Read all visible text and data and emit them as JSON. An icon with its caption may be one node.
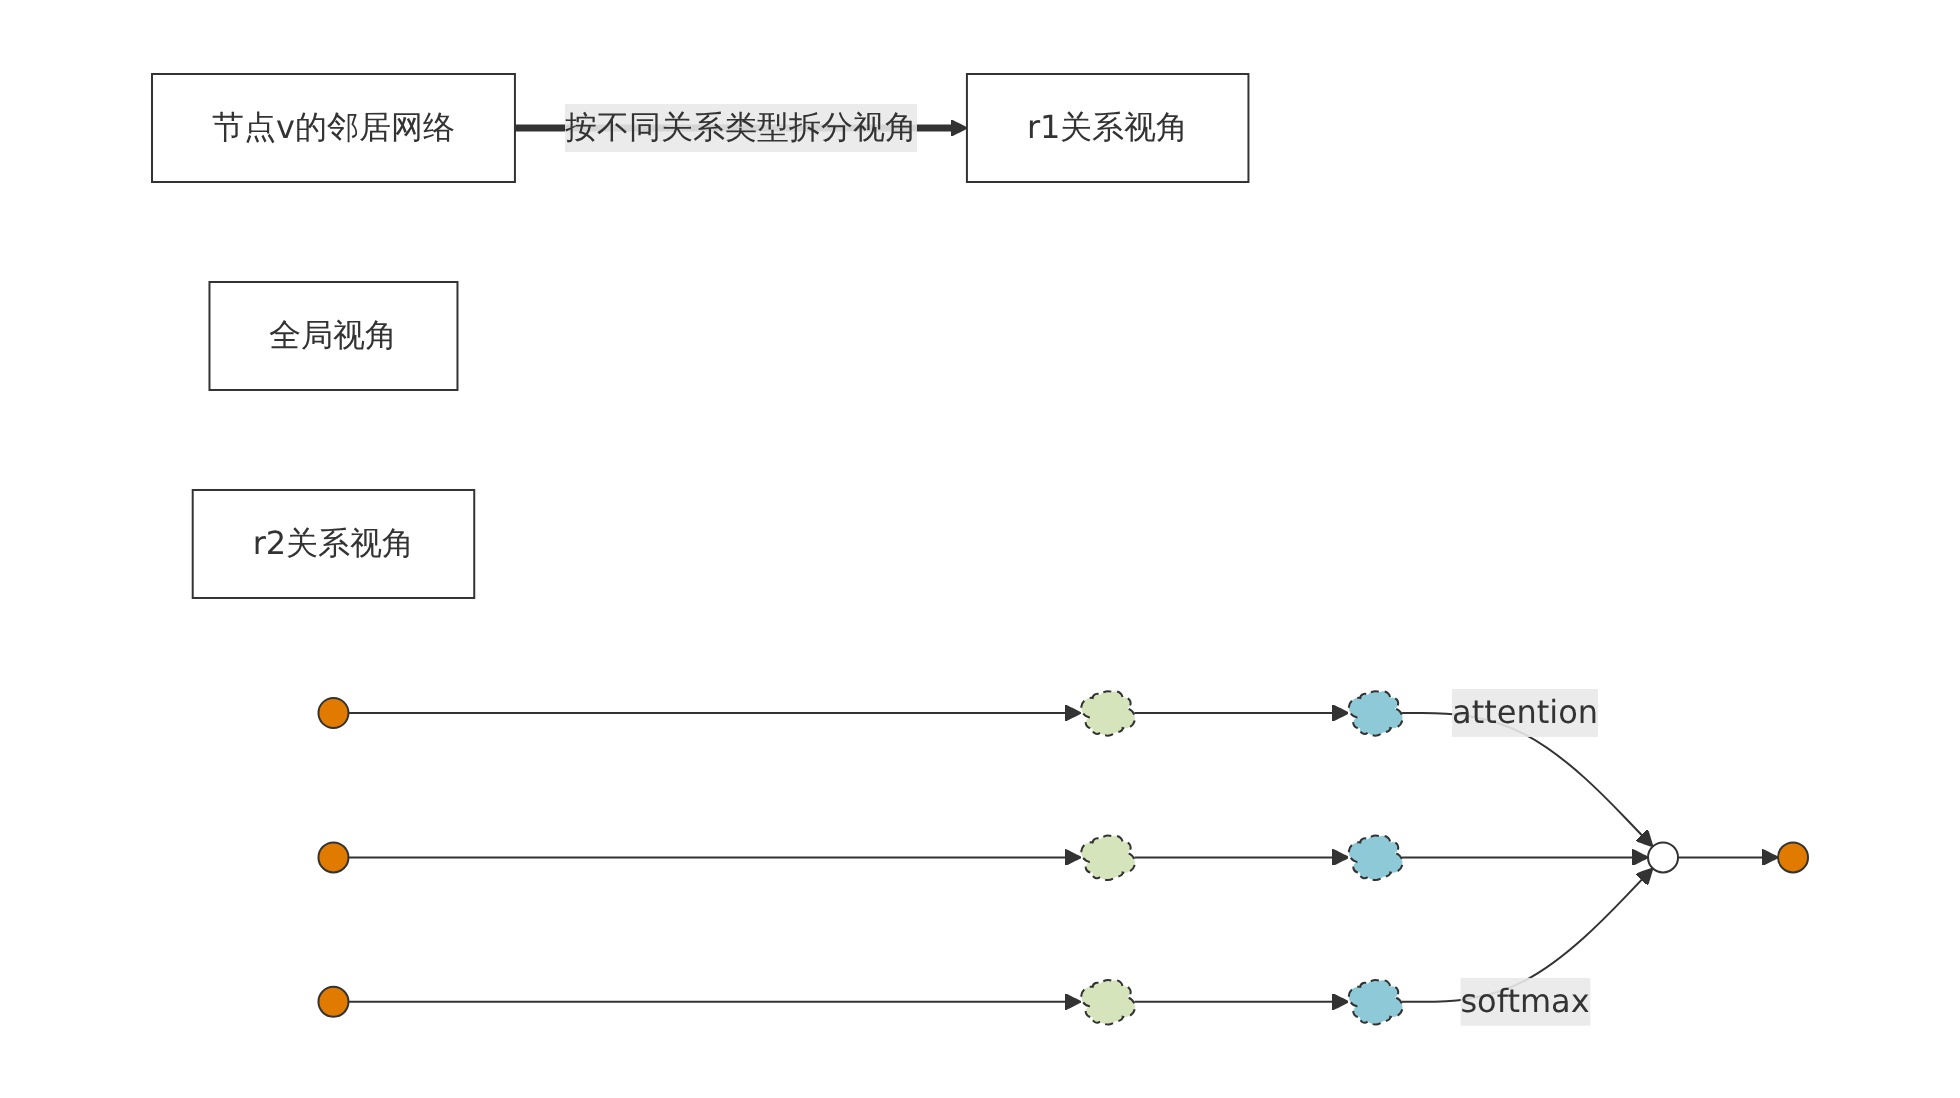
{
  "diagram": {
    "nodes": [
      {
        "text": [
          "节点v的邻居网络"
        ]
      },
      {
        "text": [
          "全局视角"
        ]
      },
      {
        "text": [
          "r1关系视角"
        ]
      },
      {
        "text": [
          "r2关系视角"
        ]
      },
      {
        "text": [],
        "shape": "circle"
      },
      {
        "text": [],
        "shape": "cloud"
      },
      {
        "text": [],
        "shape": "cloud"
      },
      {
        "text": [],
        "shape": "circle"
      },
      {
        "text": [],
        "shape": "cloud"
      },
      {
        "text": [],
        "shape": "cloud"
      },
      {
        "text": [],
        "shape": "circle"
      },
      {
        "text": [],
        "shape": "cloud"
      },
      {
        "text": [],
        "shape": "cloud"
      },
      {
        "text": [],
        "shape": "circle"
      },
      {
        "text": [],
        "shape": "circle"
      }
    ],
    "edges": [
      {
        "from": 0,
        "to": 2,
        "arrow": "to",
        "label": "按不同关系类型拆分视角",
        "style": "thick"
      },
      {
        "from": 4,
        "to": 5,
        "arrow": "to"
      },
      {
        "from": 5,
        "to": 6,
        "arrow": "to"
      },
      {
        "from": 7,
        "to": 8,
        "arrow": "to"
      },
      {
        "from": 8,
        "to": 9,
        "arrow": "to"
      },
      {
        "from": 10,
        "to": 11,
        "arrow": "to"
      },
      {
        "from": 11,
        "to": 12,
        "arrow": "to"
      },
      {
        "from": 6,
        "to": 13,
        "arrow": "to",
        "label": "attention"
      },
      {
        "from": 9,
        "to": 13,
        "arrow": "to"
      },
      {
        "from": 12,
        "to": 13,
        "arrow": "to",
        "label": "softmax"
      },
      {
        "from": 13,
        "to": 14,
        "arrow": "to"
      }
    ]
  }
}
